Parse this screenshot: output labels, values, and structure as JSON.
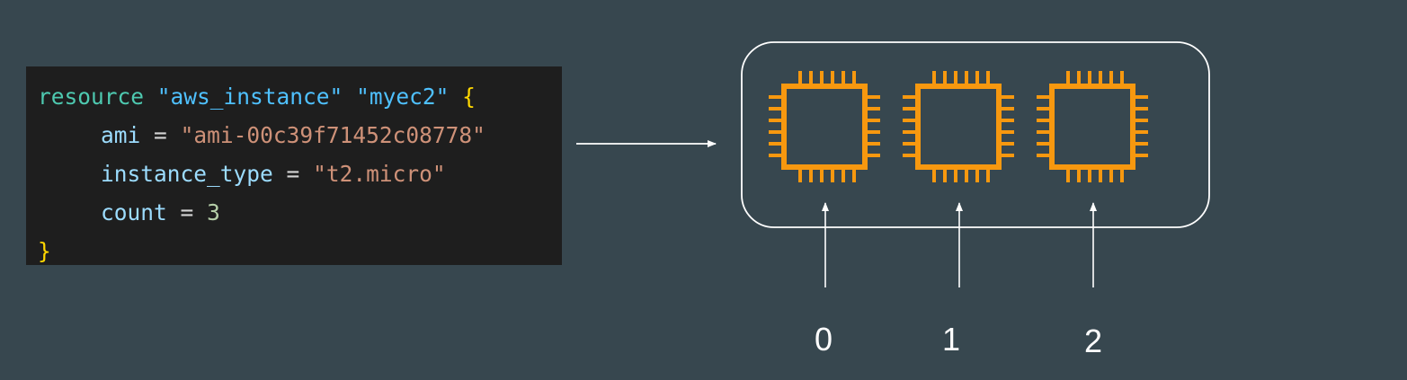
{
  "code": {
    "line1": {
      "keyword": "resource",
      "type": "\"aws_instance\"",
      "name": "\"myec2\"",
      "open_brace": "{"
    },
    "line2": {
      "key": "ami",
      "eq": "=",
      "value": "\"ami-00c39f71452c08778\""
    },
    "line3": {
      "key": "instance_type",
      "eq": "=",
      "value": "\"t2.micro\""
    },
    "line4": {
      "key": "count",
      "eq": "=",
      "value": "3"
    },
    "line5": {
      "close_brace": "}"
    }
  },
  "instances": [
    {
      "index_label": "0"
    },
    {
      "index_label": "1"
    },
    {
      "index_label": "2"
    }
  ],
  "colors": {
    "background": "#37474f",
    "chip": "#f7980f",
    "arrow": "#ffffff",
    "container_border": "#ffffff"
  },
  "icons": {
    "instance_icon": "ec2-chip-icon"
  }
}
